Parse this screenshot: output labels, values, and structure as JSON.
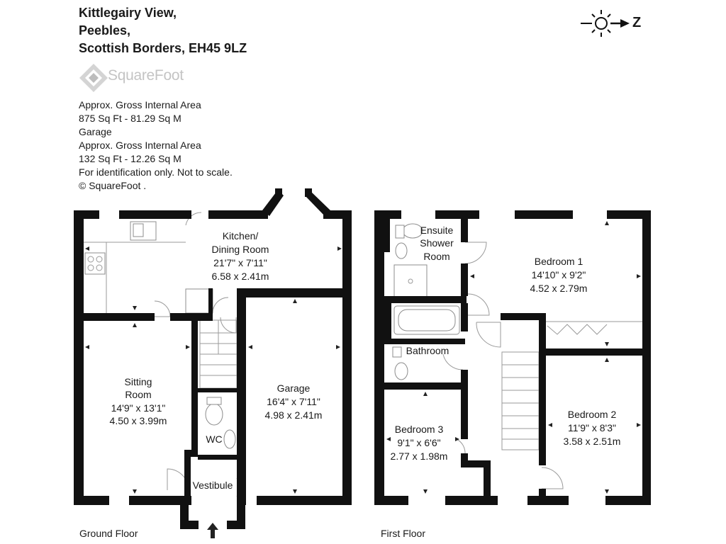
{
  "address": {
    "line1": "Kittlegairy View,",
    "line2": "Peebles,",
    "line3": "Scottish Borders, EH45 9LZ"
  },
  "logo": {
    "text": "SquareFoot"
  },
  "area_info": {
    "line1": "Approx. Gross Internal Area",
    "line2": "875 Sq Ft  -  81.29 Sq M",
    "line3": "Garage",
    "line4": "Approx. Gross Internal Area",
    "line5": "132 Sq Ft  -  12.26 Sq M",
    "line6": "For identification only. Not to scale.",
    "line7": "© SquareFoot ."
  },
  "compass": {
    "label": "Z"
  },
  "ground_floor": {
    "label": "Ground Floor",
    "kitchen": {
      "name1": "Kitchen/",
      "name2": "Dining Room",
      "imperial": "21'7\" x 7'11\"",
      "metric": "6.58 x 2.41m"
    },
    "sitting": {
      "name1": "Sitting",
      "name2": "Room",
      "imperial": "14'9\" x 13'1\"",
      "metric": "4.50 x 3.99m"
    },
    "garage": {
      "name": "Garage",
      "imperial": "16'4\" x 7'11\"",
      "metric": "4.98 x 2.41m"
    },
    "wc": {
      "name": "WC"
    },
    "vestibule": {
      "name": "Vestibule"
    }
  },
  "first_floor": {
    "label": "First Floor",
    "ensuite": {
      "name1": "Ensuite",
      "name2": "Shower",
      "name3": "Room"
    },
    "bedroom1": {
      "name": "Bedroom 1",
      "imperial": "14'10\" x 9'2\"",
      "metric": "4.52 x 2.79m"
    },
    "bathroom": {
      "name": "Bathroom"
    },
    "bedroom2": {
      "name": "Bedroom 2",
      "imperial": "11'9\" x 8'3\"",
      "metric": "3.58 x 2.51m"
    },
    "bedroom3": {
      "name": "Bedroom 3",
      "imperial": "9'1\" x 6'6\"",
      "metric": "2.77 x 1.98m"
    }
  }
}
